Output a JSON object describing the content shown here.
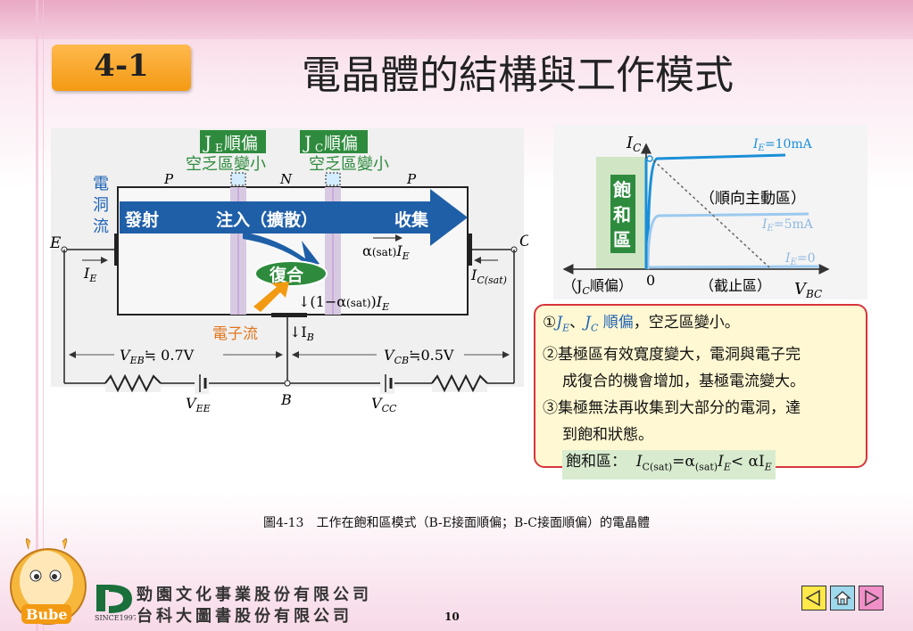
{
  "slide": {
    "number": "4-1",
    "title": "電晶體的結構與工作模式",
    "caption": "圖4-13　工作在飽和區模式（B-E接面順偏；B-C接面順偏）的電晶體",
    "page_number": "10",
    "company_line1": "勁園文化事業股份有限公司",
    "company_line2": "台科大圖書股份有限公司",
    "logo_since": "SINCE1997",
    "mascot_text": "Bube"
  },
  "circuit": {
    "je_forward": "順偏",
    "jc_forward": "順偏",
    "depletion_shrink_left": "空乏區變小",
    "depletion_shrink_right": "空乏區變小",
    "region_p_left": "P",
    "region_n": "N",
    "region_p_right": "P",
    "hole_flow": [
      "電",
      "洞",
      "流"
    ],
    "arrow_emit": "發射",
    "arrow_inject": "注入（擴散）",
    "arrow_collect": "收集",
    "recombine": "復合",
    "electron_flow": "電子流",
    "alpha_ie": "(sat)",
    "one_minus_alpha": "↓(1−α",
    "one_minus_alpha_sub": "(sat)",
    "terminal_e": "E",
    "terminal_c": "C",
    "terminal_b": "B",
    "ie_label": "I",
    "ib_label": "↓I",
    "ic_sub": "C(sat)",
    "veb_label": "EB",
    "veb_value": "≒ 0.7V",
    "vcb_label": "CB",
    "vcb_value": "≒0.5V",
    "vee": "EE",
    "vcc": "CC"
  },
  "graph": {
    "y_axis": "I",
    "y_sub": "C",
    "x_axis": "V",
    "x_sub": "BC",
    "origin": "0",
    "saturation_region": [
      "飽",
      "和",
      "區"
    ],
    "active_region": "（順向主動區）",
    "cutoff_region": "（截止區）",
    "jc_forward_label": "（J",
    "jc_forward_suffix": "順偏）",
    "curve_labels": [
      {
        "sub": "E",
        "value": "=10mA"
      },
      {
        "sub": "E",
        "value": "=5mA"
      },
      {
        "sub": "E",
        "value": "=0"
      }
    ],
    "colors": {
      "curve_strong": "#1a8fd8",
      "curve_light": "#9cc9ef",
      "saturation_bg": "#cfe5c4",
      "label_green": "#2f8f3a"
    }
  },
  "notes": {
    "marker1": "①",
    "line1_je": "J",
    "line1_sep": "、",
    "line1_jc": "J",
    "line1_hl": " 順偏",
    "line1_rest": "，空乏區變小。",
    "marker2": "②",
    "line2a": "基極區有效寬度變大，電洞與電子完",
    "line2b": "成復合的機會增加，基極電流變大。",
    "marker3": "③",
    "line3a": "集極無法再收集到大部分的電洞，達",
    "line3b": "到飽和狀態。",
    "sat_label": "飽和區：",
    "sat_formula_lhs": "C(sat)",
    "sat_formula_mid": "=α",
    "sat_formula_sub": "(sat)",
    "sat_formula_rhs": "< αI"
  }
}
